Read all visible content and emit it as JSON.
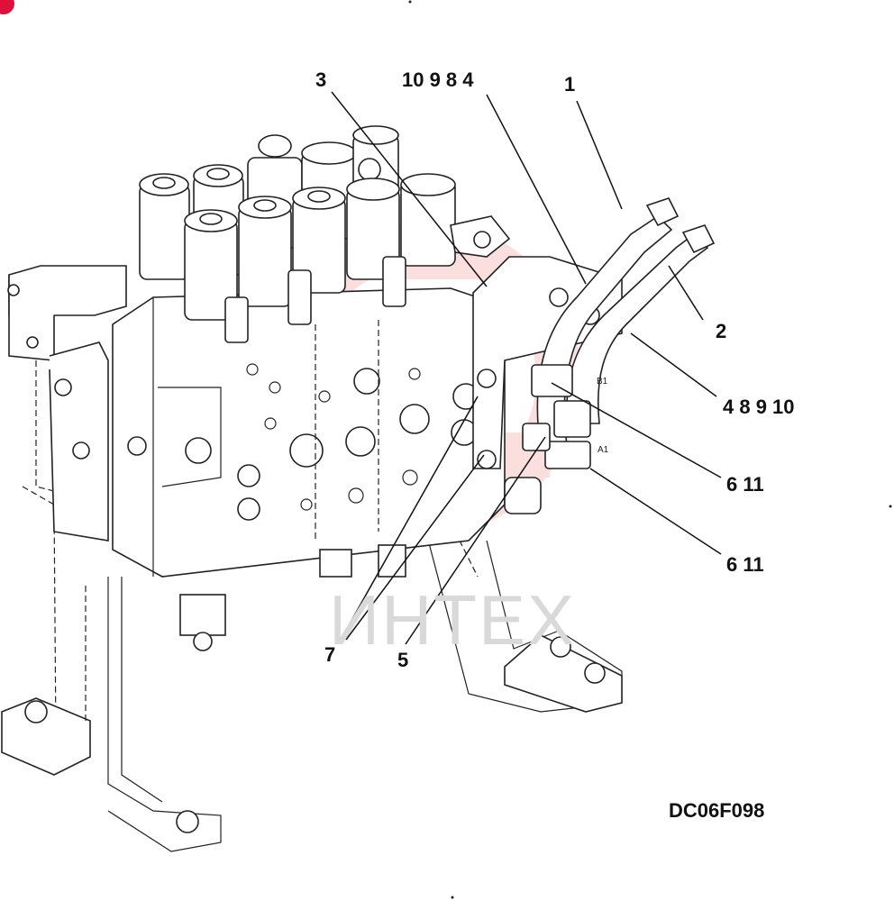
{
  "callouts": {
    "c1": "3",
    "c2": "10  9  8  4",
    "c3": "1",
    "c4": "2",
    "c5": "4  8  9  10",
    "c6": "6  11",
    "c7": "6  11",
    "c8": "7",
    "c9": "5"
  },
  "ports": {
    "b1": "B1",
    "a1": "A1"
  },
  "watermark": "ИНТЕХ",
  "drawing_code": "DC06F098",
  "colors": {
    "line": "#222222",
    "watermark": "#f4a6a6",
    "watermark_text": "#d9d9d9",
    "corner_mark": "#e0103a"
  }
}
